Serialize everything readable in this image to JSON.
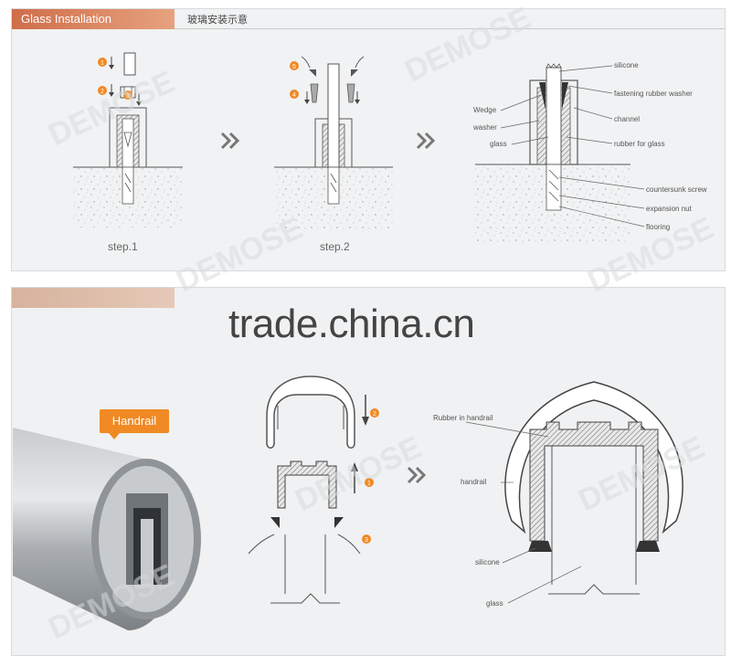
{
  "header": {
    "title_en": "Glass Installation",
    "title_cn": "玻璃安装示意"
  },
  "steps": {
    "step1": "step.1",
    "step2": "step.2"
  },
  "step_markers": {
    "m1": "1",
    "m2": "2",
    "m3": "3",
    "m4": "4",
    "m5": "5"
  },
  "install_labels": {
    "silicone": "silicone",
    "fastening": "fastening rubber washer",
    "channel": "channel",
    "rubber_glass": "rubber for glass",
    "countersunk": "countersunk screw",
    "expansion": "expansion nut",
    "flooring": "flooring",
    "wedge": "Wedge",
    "washer": "washer",
    "glass": "glass"
  },
  "watermark": "trade.china.cn",
  "brand_watermark": "DEMOSE",
  "handrail": {
    "badge": "Handrail",
    "rubber_in_handrail": "Rubber in handrail",
    "handrail": "handrail",
    "silicone": "silicone",
    "glass": "glass"
  },
  "colors": {
    "accent_orange": "#f08a24",
    "header_orange": "#cf6d49",
    "line": "#555555"
  }
}
